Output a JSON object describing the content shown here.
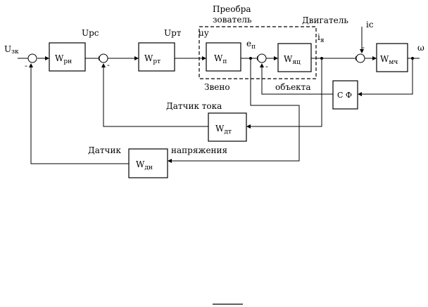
{
  "signals": {
    "u_in": "U",
    "u_in_sub": "зк",
    "u_pc": "Upc",
    "u_pt": "Upт",
    "u_y": "uу",
    "e_p_main": "e",
    "e_p_sub": "п",
    "i_ya_main": "i",
    "i_ya_sub": "я",
    "i_c": "iс",
    "omega": "ω"
  },
  "blocks": {
    "w_rn": {
      "main": "W",
      "sub": "рн"
    },
    "w_rt": {
      "main": "W",
      "sub": "рт"
    },
    "w_p": {
      "main": "W",
      "sub": "п"
    },
    "w_yats": {
      "main": "W",
      "sub": "яц"
    },
    "w_mch": {
      "main": "W",
      "sub": "мч"
    },
    "w_dt": {
      "main": "W",
      "sub": "дт"
    },
    "w_dn": {
      "main": "W",
      "sub": "дн"
    },
    "sf": "С Ф"
  },
  "labels": {
    "converter_line1": "Преобра",
    "converter_line2": "зователь",
    "motor": "Двигатель",
    "link": "Звено",
    "object": "объекта",
    "current_sensor": "Датчик тока",
    "voltage_sensor_left": "Датчик",
    "voltage_sensor_right": "напряжения"
  },
  "signs": {
    "minus": "-"
  }
}
